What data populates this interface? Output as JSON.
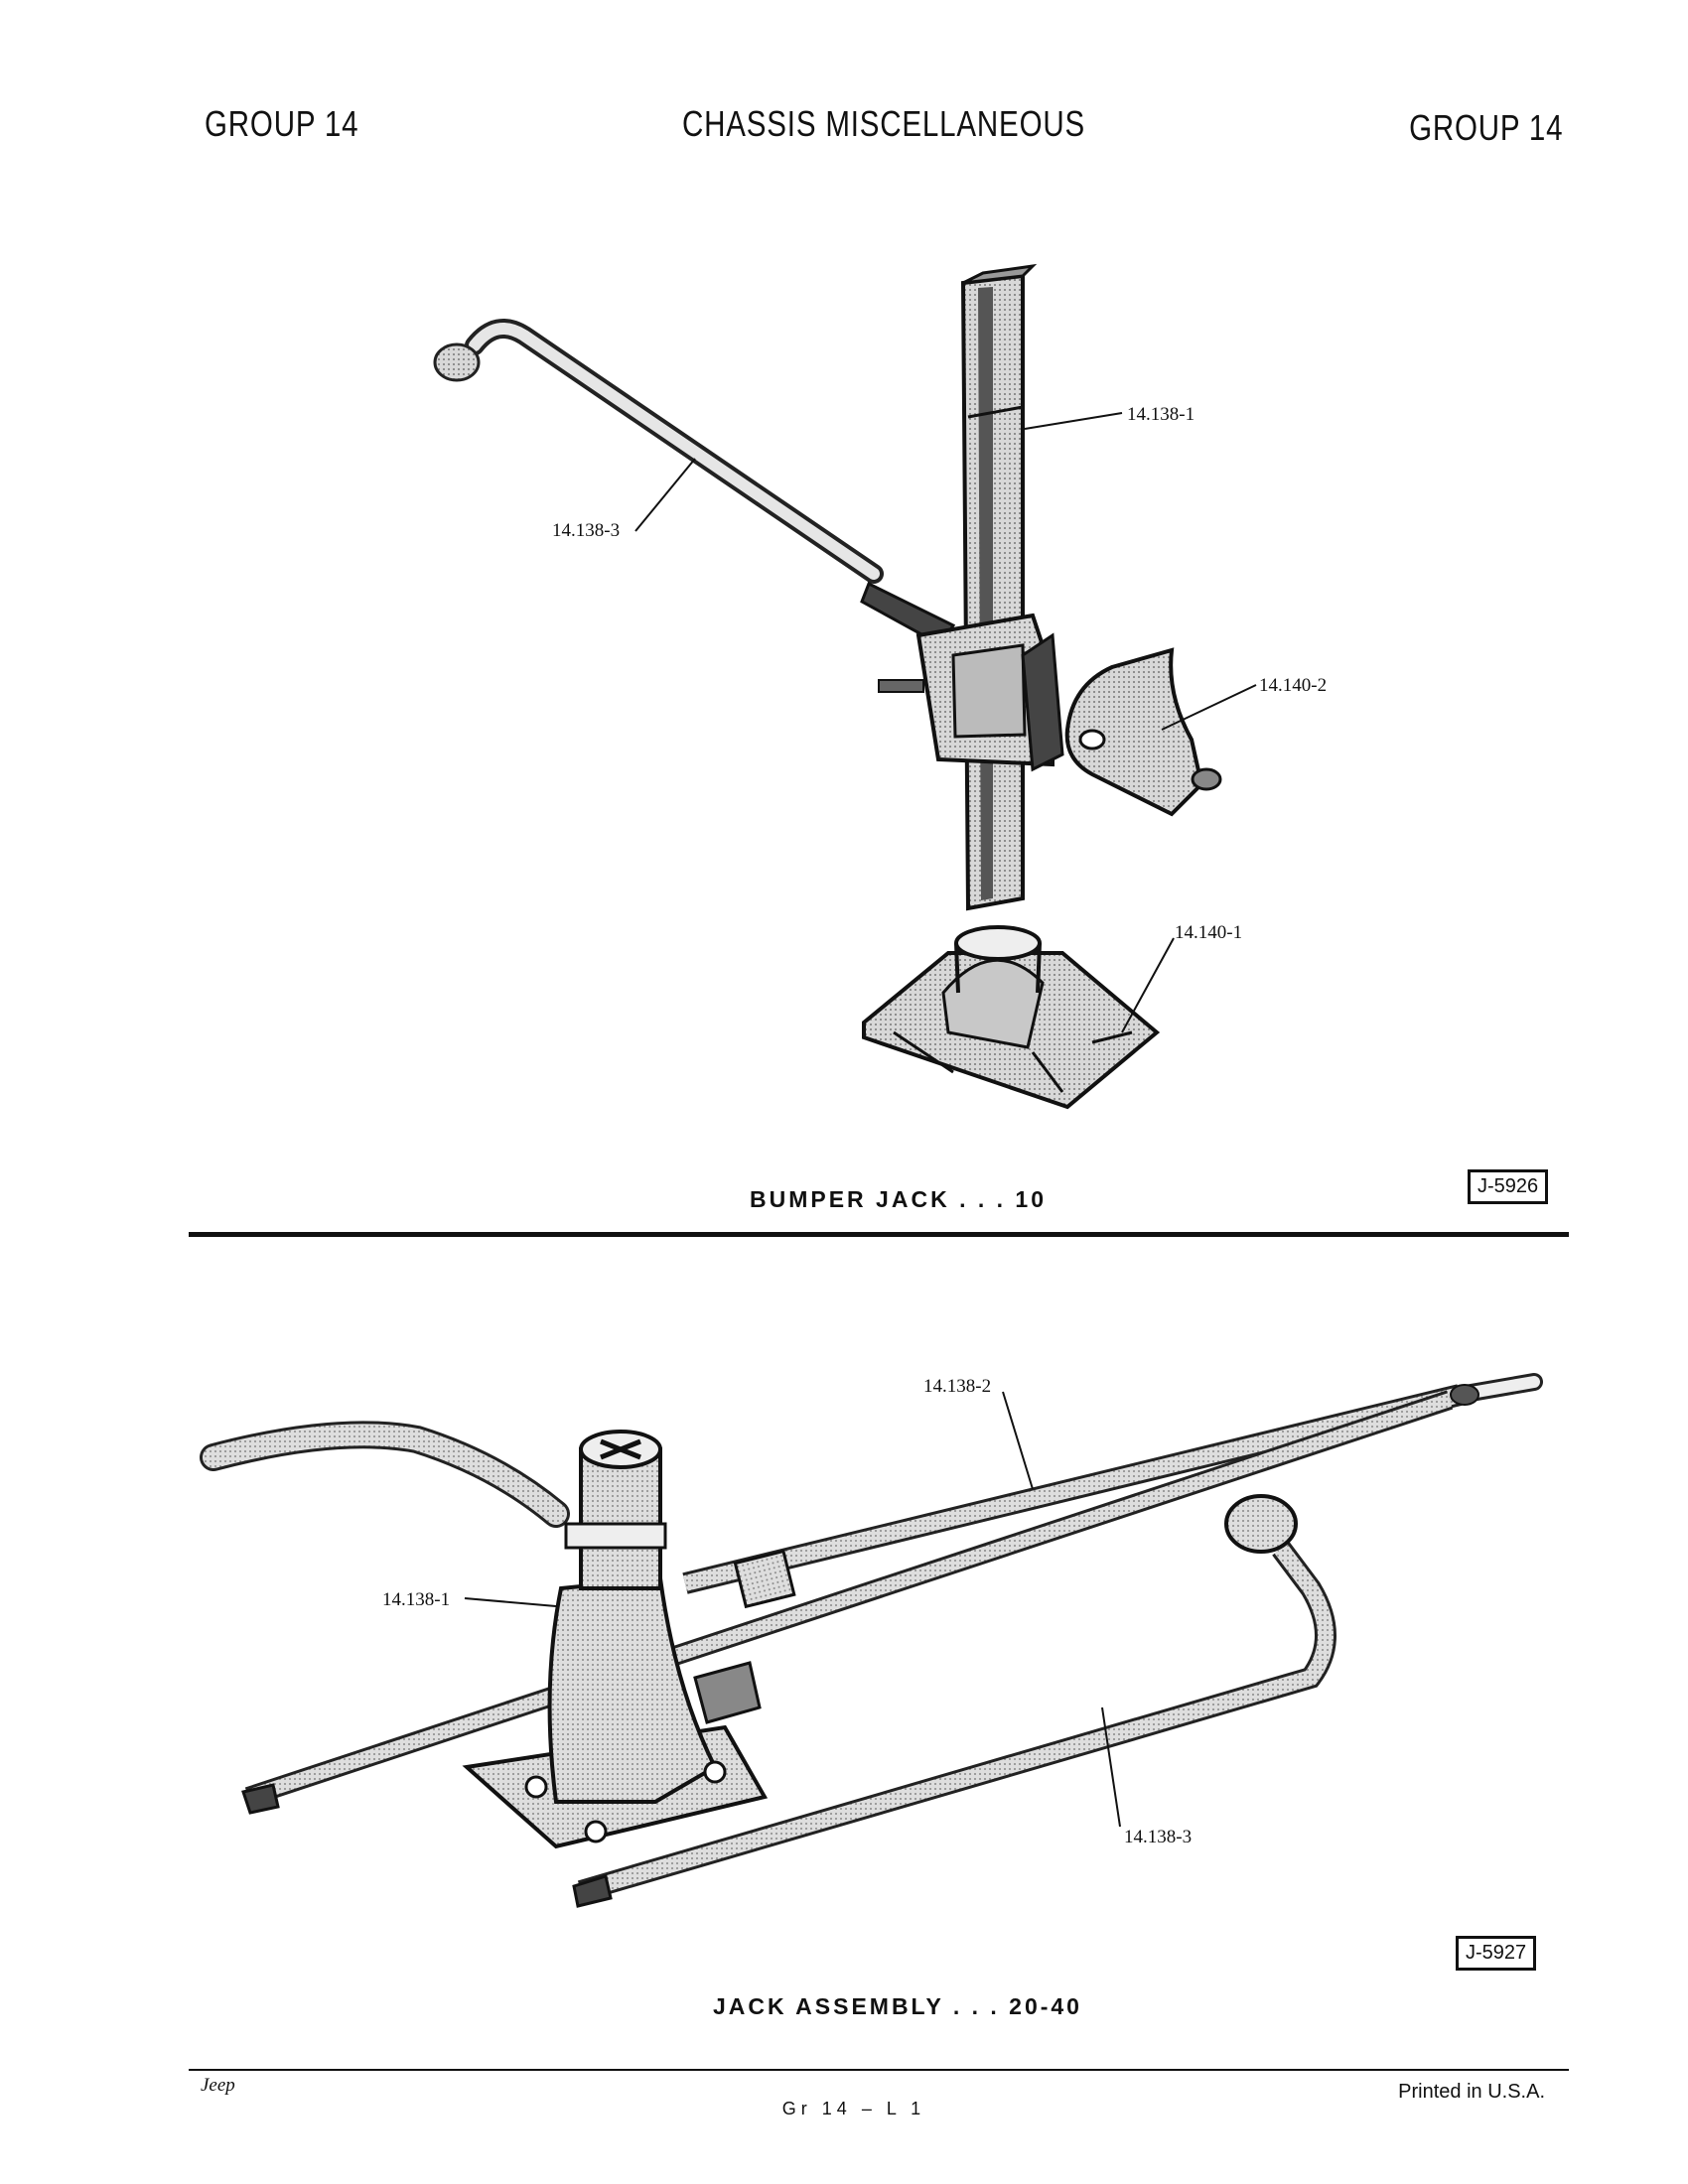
{
  "header": {
    "left": "GROUP 14",
    "center": "CHASSIS MISCELLANEOUS",
    "right": "GROUP 14"
  },
  "figure1": {
    "caption": "BUMPER JACK . . . 10",
    "ref": "J-5926",
    "labels": {
      "rack": "14.138-1",
      "handle": "14.138-3",
      "bumper_hook": "14.140-2",
      "base": "14.140-1"
    }
  },
  "figure2": {
    "caption": "JACK ASSEMBLY . . . 20-40",
    "ref": "J-5927",
    "labels": {
      "rod": "14.138-2",
      "jack": "14.138-1",
      "handle": "14.138-3"
    }
  },
  "footer": {
    "left": "Jeep",
    "center": "Gr 14 – L 1",
    "right": "Printed in U.S.A."
  }
}
